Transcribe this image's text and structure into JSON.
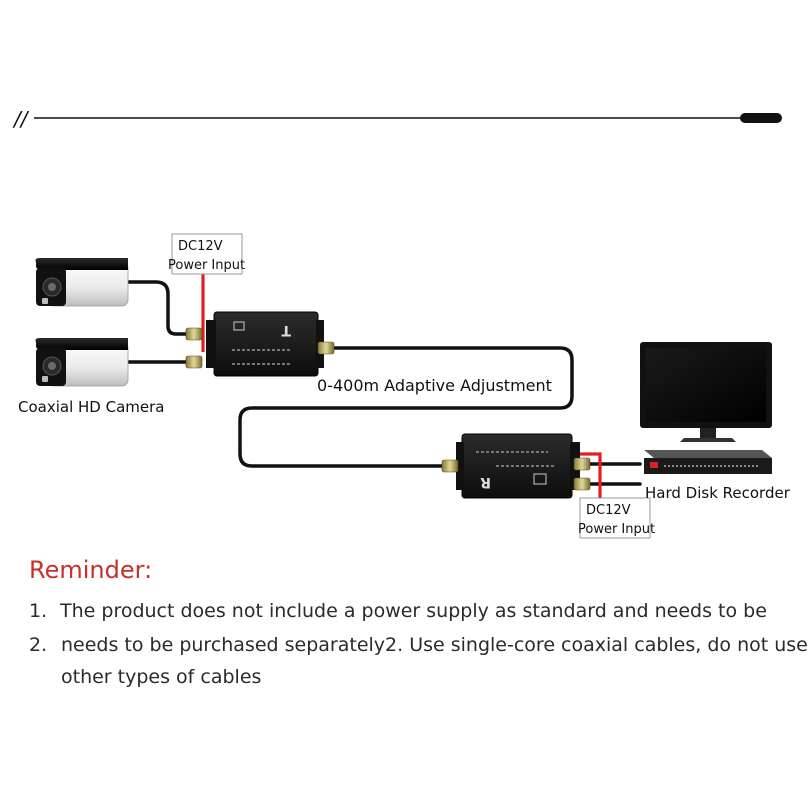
{
  "header": {
    "slash_mark": "//"
  },
  "labels": {
    "camera": "Coaxial HD Camera",
    "distance": "0-400m Adaptive Adjustment",
    "recorder": "Hard Disk Recorder",
    "power_top_line1": "DC12V",
    "power_top_line2": "Power Input",
    "power_bottom_line1": "DC12V",
    "power_bottom_line2": "Power Input"
  },
  "devices": {
    "transmitter_mark": "T",
    "receiver_mark": "R"
  },
  "reminder": {
    "title": "Reminder:",
    "items": [
      {
        "num": "1.",
        "text": "The product does not include a power supply as standard and needs to be"
      },
      {
        "num": "2.",
        "text": "needs to be purchased separately2. Use single-core coaxial cables, do not use",
        "cont": "other types of cables"
      }
    ]
  },
  "colors": {
    "reminder_title": "#c8302c",
    "power_wire": "#e02020",
    "cable": "#111111",
    "device_body": "#1b1b1b",
    "camera_body": "#f2f2f2"
  }
}
